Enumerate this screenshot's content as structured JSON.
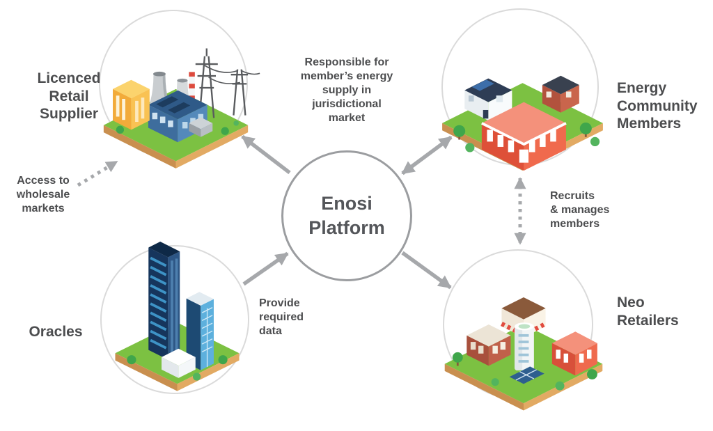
{
  "title": "Enosi Platform ecosystem diagram",
  "colors": {
    "background": "#ffffff",
    "arrow_gray": "#a6a8ab",
    "text": "#4c4d4f",
    "node_border": "#dadada",
    "center_border": "#9b9da0",
    "grass_green": "#7cc142",
    "earth_tan": "#e2aa63"
  },
  "center": {
    "label": "Enosi\nPlatform"
  },
  "nodes": {
    "supplier": {
      "label": "Licenced\nRetail\nSupplier",
      "icon": "power-plant-illustration"
    },
    "community": {
      "label": "Energy\nCommunity\nMembers",
      "icon": "community-buildings-illustration"
    },
    "oracles": {
      "label": "Oracles",
      "icon": "skyscrapers-illustration"
    },
    "retailers": {
      "label": "Neo\nRetailers",
      "icon": "retail-buildings-illustration"
    }
  },
  "annotations": {
    "supply": "Responsible for\nmember’s energy\nsupply in\njurisdictional\nmarket",
    "wholesale": "Access to\nwholesale\nmarkets",
    "recruits": "Recruits\n& manages\nmembers",
    "provide": "Provide\nrequired\ndata"
  }
}
